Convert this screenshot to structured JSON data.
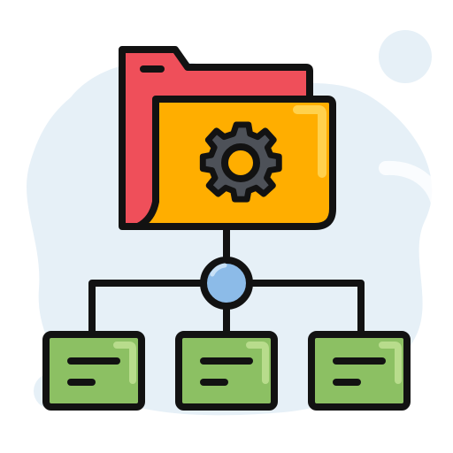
{
  "icon": {
    "name": "folder-settings-hierarchy-icon",
    "colors": {
      "background_blob": "#e6f0f7",
      "folder_back": "#ef4f5a",
      "folder_front": "#ffae00",
      "folder_front_highlight": "#ffd14d",
      "gear": "#4d5158",
      "connector_node": "#8cbbe8",
      "child_box": "#8cc063",
      "child_box_highlight": "#b8dc8c",
      "outline": "#121212"
    },
    "child_nodes": [
      {
        "name": "left"
      },
      {
        "name": "center"
      },
      {
        "name": "right"
      }
    ]
  }
}
